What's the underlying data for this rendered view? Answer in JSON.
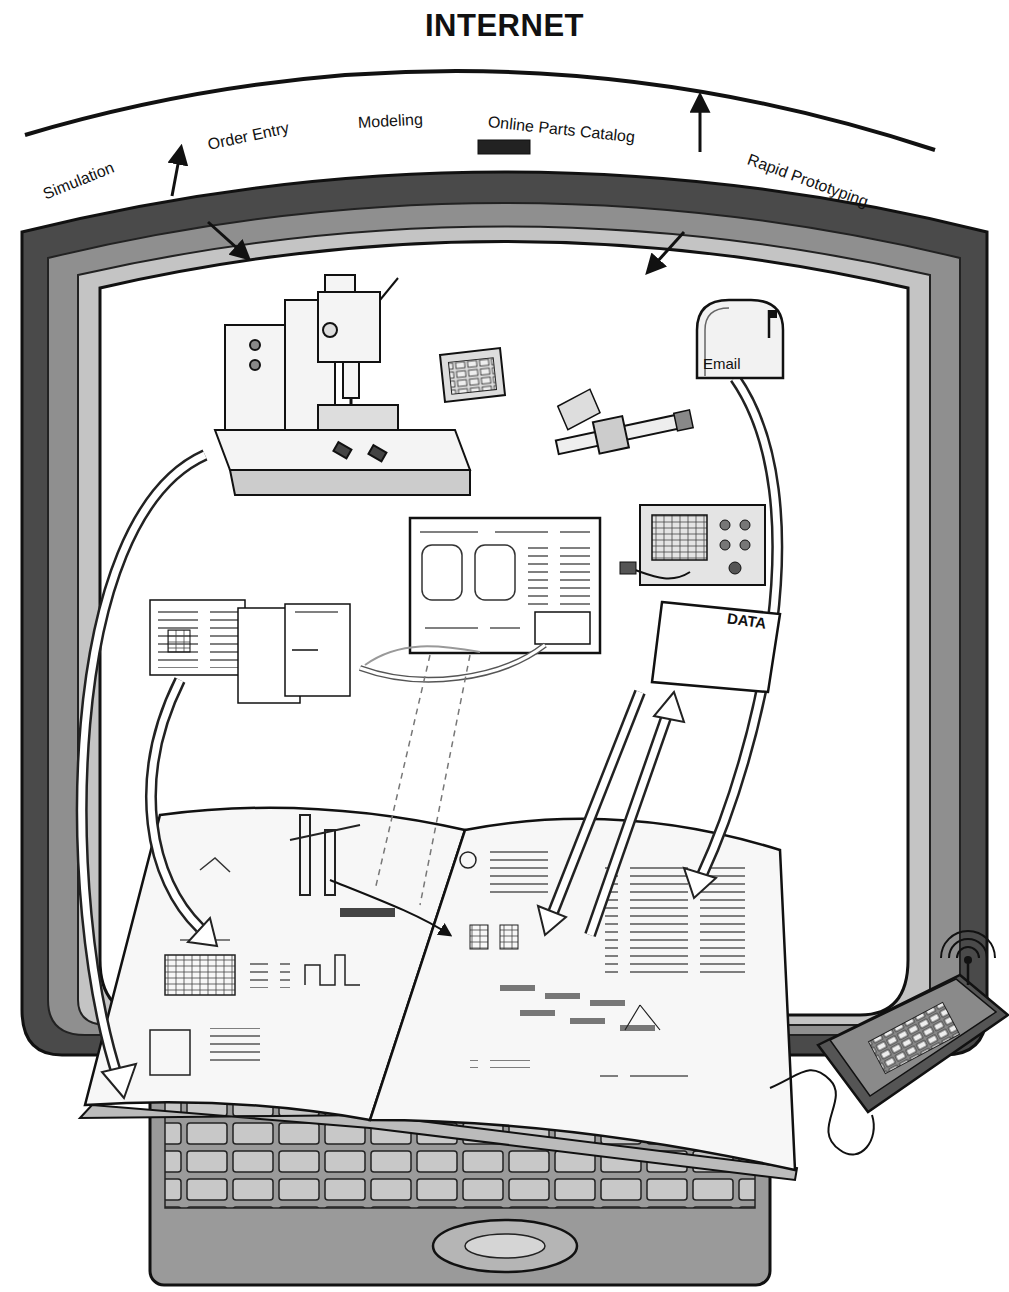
{
  "diagram": {
    "title": "INTERNET",
    "nodes": [
      {
        "text": [
          "Email"
        ]
      },
      {
        "text": [
          "DATA"
        ]
      }
    ],
    "labels": [
      "Simulation",
      "Order Entry",
      "Modeling",
      "Online Parts Catalog",
      "Rapid Prototyping"
    ]
  }
}
